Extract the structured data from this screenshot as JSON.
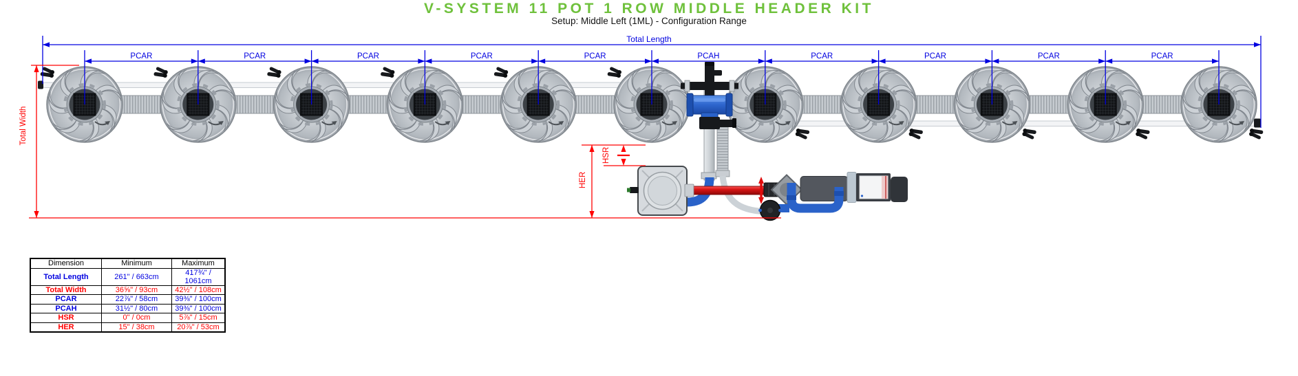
{
  "title": "V-SYSTEM 11 POT 1 ROW MIDDLE HEADER KIT",
  "subtitle": "Setup: Middle Left (1ML) - Configuration Range",
  "colors": {
    "title_green": "#6fc13c",
    "dimension_blue": "#0000e0",
    "dimension_red": "#ff0000"
  },
  "diagram": {
    "pot_count": 11,
    "total_length_label": "Total Length",
    "total_width_label": "Total Width",
    "hsr_label": "HSR",
    "her_label": "HER",
    "gap_labels": [
      "PCAR",
      "PCAR",
      "PCAR",
      "PCAR",
      "PCAR",
      "PCAH",
      "PCAR",
      "PCAR",
      "PCAR",
      "PCAR"
    ]
  },
  "table": {
    "headers": [
      "Dimension",
      "Minimum",
      "Maximum"
    ],
    "rows": [
      {
        "dimension": "Total Length",
        "min": "261\" / 663cm",
        "max": "417¾\" / 1061cm",
        "color": "blue"
      },
      {
        "dimension": "Total Width",
        "min": "36⅝\" / 93cm",
        "max": "42½\" / 108cm",
        "color": "red"
      },
      {
        "dimension": "PCAR",
        "min": "22⅞\" / 58cm",
        "max": "39⅜\" / 100cm",
        "color": "blue"
      },
      {
        "dimension": "PCAH",
        "min": "31½\" / 80cm",
        "max": "39⅜\" / 100cm",
        "color": "blue"
      },
      {
        "dimension": "HSR",
        "min": "0\" / 0cm",
        "max": "5⅞\" / 15cm",
        "color": "red"
      },
      {
        "dimension": "HER",
        "min": "15\" / 38cm",
        "max": "20⅞\" / 53cm",
        "color": "red"
      }
    ]
  }
}
